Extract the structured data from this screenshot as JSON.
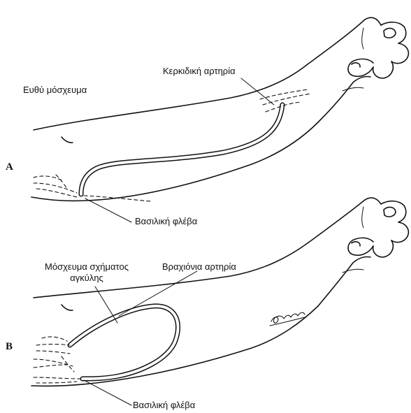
{
  "panels": [
    {
      "letter": "A",
      "labels": {
        "straight_graft": "Ευθύ μόσχευμα",
        "radial_artery": "Κερκιδική αρτηρία",
        "basilic_vein": "Βασιλική φλέβα"
      }
    },
    {
      "letter": "B",
      "labels": {
        "loop_graft_line1": "Μόσχευμα σχήματος",
        "loop_graft_line2": "αγκύλης",
        "brachial_artery": "Βραχιόνια αρτηρία",
        "basilic_vein": "Βασιλική φλέβα"
      }
    }
  ]
}
